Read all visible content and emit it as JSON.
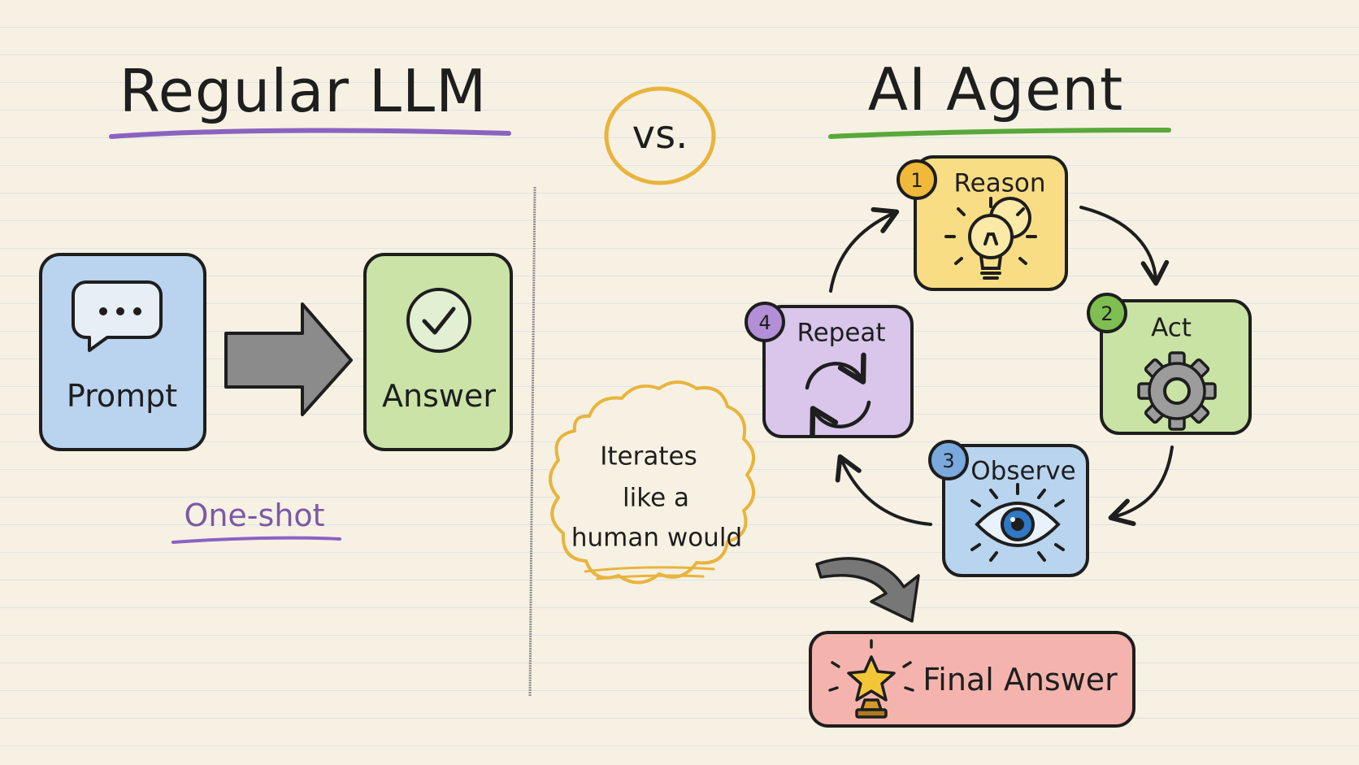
{
  "left": {
    "title": "Regular LLM",
    "prompt_label": "Prompt",
    "answer_label": "Answer",
    "mode_label": "One-shot"
  },
  "vs_label": "vs.",
  "right": {
    "title": "AI Agent",
    "steps": [
      {
        "number": "1",
        "label": "Reason",
        "icon": "lightbulb-icon",
        "color": "#f8dd85"
      },
      {
        "number": "2",
        "label": "Act",
        "icon": "gear-icon",
        "color": "#c9e3a5"
      },
      {
        "number": "3",
        "label": "Observe",
        "icon": "eye-icon",
        "color": "#b8d4ef"
      },
      {
        "number": "4",
        "label": "Repeat",
        "icon": "cycle-icon",
        "color": "#d9c6ea"
      }
    ],
    "cloud_lines": [
      "Iterates",
      "like a",
      "human would"
    ],
    "final_label": "Final Answer"
  },
  "colors": {
    "prompt_fill": "#bad3ef",
    "answer_fill": "#cbe3a7",
    "final_fill": "#f4b4ad",
    "title_underline_left": "#8a63c2",
    "title_underline_right": "#58a83a",
    "vs_circle": "#e8b43c",
    "cloud_outline": "#e8b43c",
    "ink": "#1e1e1e"
  }
}
